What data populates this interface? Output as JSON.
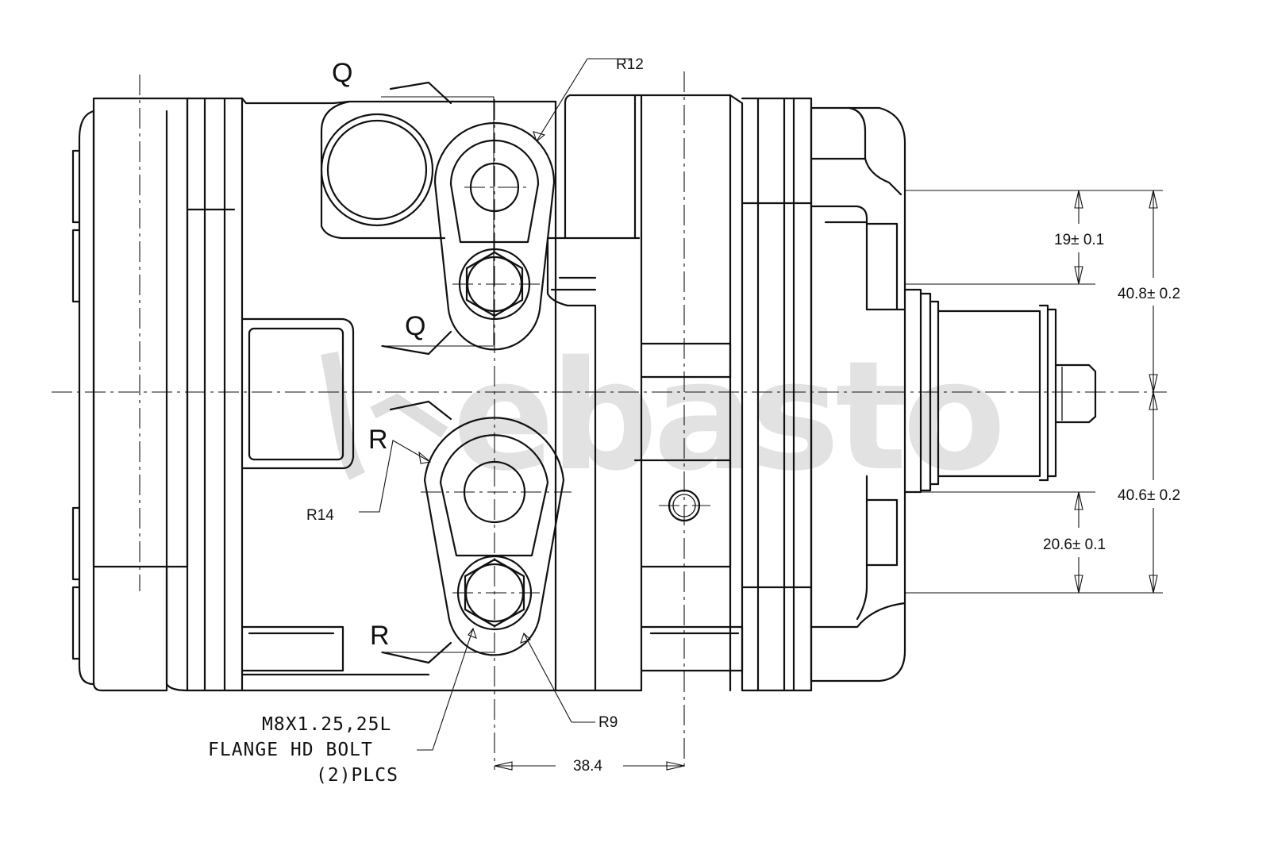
{
  "watermark": {
    "text": "ebasto",
    "color": "#d0d0d0"
  },
  "section_labels": {
    "q_top": "Q",
    "q_mid": "Q",
    "r_mid": "R",
    "r_bottom": "R"
  },
  "radii": {
    "r12": "R12",
    "r14": "R14",
    "r9": "R9"
  },
  "dimensions": {
    "d19": "19± 0.1",
    "d40_8": "40.8± 0.2",
    "d40_6": "40.6± 0.2",
    "d20_6": "20.6± 0.1",
    "d38_4": "38.4"
  },
  "note": {
    "line1": "M8X1.25,25L",
    "line2": "FLANGE HD BOLT",
    "line3": "(2)PLCS"
  }
}
